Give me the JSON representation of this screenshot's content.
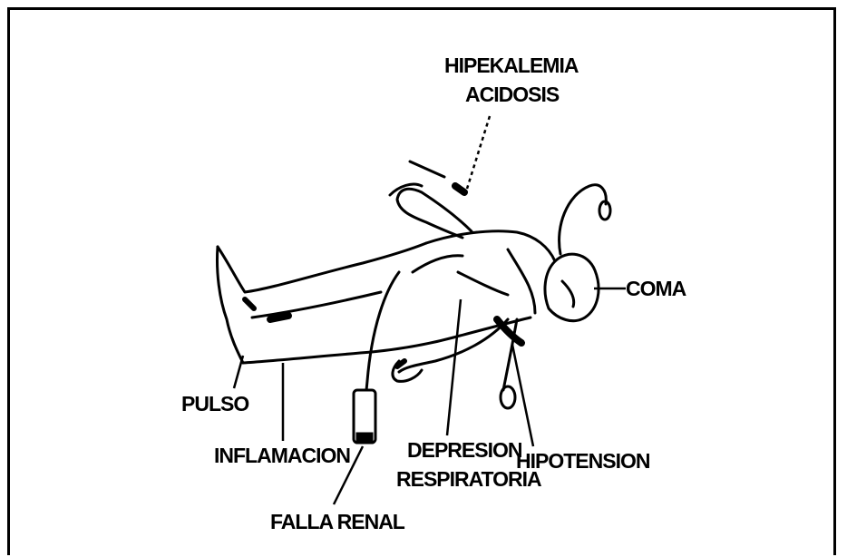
{
  "labels": {
    "hiperkalemia": "HIPEKALEMIA",
    "acidosis": "ACIDOSIS",
    "coma": "COMA",
    "pulso": "PULSO",
    "inflamacion": "INFLAMACION",
    "depresion": "DEPRESION",
    "respiratoria": "RESPIRATORIA",
    "hipotension": "HIPOTENSION",
    "falla_renal": "FALLA RENAL"
  }
}
